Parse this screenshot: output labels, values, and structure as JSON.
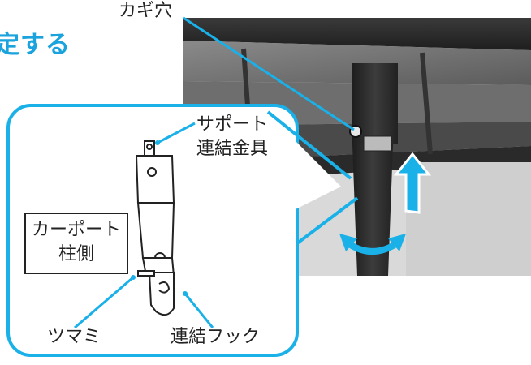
{
  "heading": "定する",
  "labels": {
    "keyhole": "カギ穴",
    "support_line1": "サポート",
    "support_line2": "連結金具",
    "carport_line1": "カーポート",
    "carport_line2": "柱側",
    "tsumami": "ツマミ",
    "hook": "連結フック"
  },
  "colors": {
    "accent": "#1ab0e8",
    "heading": "#1aa3dc"
  }
}
